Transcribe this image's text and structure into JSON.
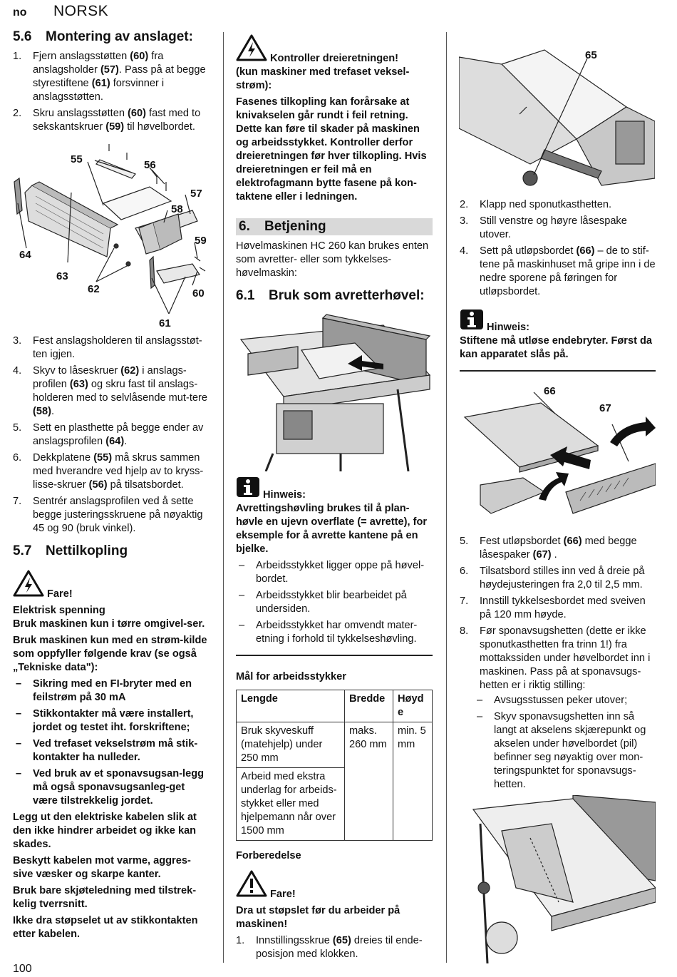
{
  "header": {
    "lang": "no",
    "title": "NORSK"
  },
  "page_number": "100",
  "col1": {
    "s56": {
      "num": "5.6",
      "title": "Montering av anslaget:"
    },
    "steps_a": [
      {
        "n": "1.",
        "html": "Fjern anslagsstøtten <b>(60)</b> fra anslagsholder <b>(57)</b>. Pass på at begge styrestiftene <b>(61)</b> forsvinner i anslagsstøtten."
      },
      {
        "n": "2.",
        "html": "Skru anslagsstøtten <b>(60)</b> fast med to sekskantskruer <b>(59)</b> til høvelbordet."
      }
    ],
    "fig1_labels": [
      "55",
      "56",
      "57",
      "58",
      "59",
      "60",
      "61",
      "62",
      "63",
      "64"
    ],
    "steps_b": [
      {
        "n": "3.",
        "html": "Fest anslagsholderen til anslagsstøt-ten igjen."
      },
      {
        "n": "4.",
        "html": "Skyv to låseskruer <b>(62)</b> i anslags-profilen <b>(63)</b> og skru fast til anslags-holderen med to selvlåsende mut-tere <b>(58)</b>."
      },
      {
        "n": "5.",
        "html": "Sett en plasthette på begge ender av anslagsprofilen <b>(64)</b>."
      },
      {
        "n": "6.",
        "html": "Dekkplatene <b>(55)</b> må skrus sammen med hverandre ved hjelp av to kryss-lisse-skruer <b>(56)</b> på tilsatsbordet."
      },
      {
        "n": "7.",
        "html": "Sentrér anslagsprofilen ved å sette begge justeringsskruene på nøyaktig 45 og 90 (bruk vinkel)."
      }
    ],
    "s57": {
      "num": "5.7",
      "title": "Nettilkopling"
    },
    "fare_label": "Fare!",
    "elektrisk": "Elektrisk spenning",
    "para1": "Bruk maskinen kun i tørre omgivel-ser.",
    "para2": "Bruk maskinen kun med en strøm-kilde som oppfyller følgende krav (se også „Tekniske data\"):",
    "reqs": [
      "Sikring med en FI-bryter med en feilstrøm på 30 mA",
      "Stikkontakter må være installert, jordet og testet iht. forskriftene;",
      "Ved trefaset vekselstrøm må stik-kontakter ha nulleder.",
      "Ved bruk av et sponavsugsan-legg må også sponavsugsanleg-get være tilstrekkelig jordet."
    ],
    "para3": "Legg ut den elektriske kabelen slik at den ikke hindrer arbeidet og ikke kan skades.",
    "para4": "Beskytt kabelen mot varme, aggres-sive væsker og skarpe kanter.",
    "para5": "Bruk bare skjøteledning med tilstrek-kelig tverrsnitt.",
    "para6": "Ikke dra støpselet ut av stikkontakten etter kabelen."
  },
  "col2": {
    "warn_title": "Kontroller dreieretningen!",
    "warn_sub": "(kun maskiner med trefaset veksel-strøm):",
    "warn_body": "Fasenes tilkopling kan forårsake at knivakselen går rundt i feil retning. Dette kan føre til skader på maskinen og arbeidsstykket. Kontroller derfor dreieretningen før hver tilkopling. Hvis dreieretningen er feil må en elektrofagmann bytte fasene på kon-taktene eller i ledningen.",
    "s6": {
      "num": "6.",
      "title": "Betjening"
    },
    "s6_text": "Høvelmaskinen HC 260 kan brukes enten som avretter- eller som tykkelses-høvelmaskin:",
    "s61": {
      "num": "6.1",
      "title": "Bruk som avretterhøvel:"
    },
    "hinweis_label": "Hinweis:",
    "hinweis_body": "Avrettingshøvling brukes til å plan-høvle en ujevn overflate (= avrette), for eksemple for å avrette kantene på en bjelke.",
    "bullets": [
      "Arbeidsstykket ligger oppe på høvel-bordet.",
      "Arbeidsstykket blir bearbeidet på undersiden.",
      "Arbeidsstykket har omvendt mater-etning i forhold til tykkelseshøvling."
    ],
    "mal_title": "Mål for arbeidsstykker",
    "table": {
      "headers": [
        "Lengde",
        "Bredde",
        "Høyd e"
      ],
      "row1": [
        "Bruk skyveskuff (matehjelp) under 250 mm",
        "maks. 260 mm",
        "min. 5 mm"
      ],
      "row2": [
        "Arbeid med ekstra underlag for arbeids-stykket eller med hjelpemann når over 1500 mm"
      ]
    },
    "forberedelse": "Forberedelse",
    "fare_label": "Fare!",
    "fare_body": "Dra ut støpslet før du arbeider på maskinen!",
    "step1": {
      "n": "1.",
      "html": "Innstillingsskrue <b>(65)</b> dreies til ende-posisjon med klokken."
    }
  },
  "col3": {
    "fig_label_65": "65",
    "steps_a": [
      {
        "n": "2.",
        "html": "Klapp ned sponutkasthetten."
      },
      {
        "n": "3.",
        "html": "Still venstre og høyre låsespake utover."
      },
      {
        "n": "4.",
        "html": "Sett på utløpsbordet <b>(66)</b> – de to stif-tene på maskinhuset må gripe inn i de nedre sporene på føringen for utløpsbordet."
      }
    ],
    "hinweis_label": "Hinweis:",
    "hinweis_body": "Stiftene må utløse endebryter. Først da kan apparatet slås på.",
    "fig_labels": [
      "66",
      "67"
    ],
    "steps_b": [
      {
        "n": "5.",
        "html": "Fest utløpsbordet <b>(66)</b> med begge låsespaker <b>(67)</b> ."
      },
      {
        "n": "6.",
        "html": "Tilsatsbord stilles inn ved å dreie på høydejusteringen fra 2,0 til 2,5 mm."
      },
      {
        "n": "7.",
        "html": "Innstill tykkelsesbordet med sveiven på 120 mm høyde."
      },
      {
        "n": "8.",
        "html": "Før sponavsugshetten (dette er ikke sponutkasthetten fra trinn 1!) fra mottakssiden under høvelbordet inn i maskinen. Pass på at sponavsugs-hetten er i riktig stilling:"
      }
    ],
    "sub_bullets": [
      "Avsugsstussen peker utover;",
      "Skyv sponavsugshetten inn så langt at akselens skjærepunkt og akselen under høvelbordet (pil) befinner seg nøyaktig over mon-teringspunktet for sponavsugs-hetten."
    ]
  }
}
